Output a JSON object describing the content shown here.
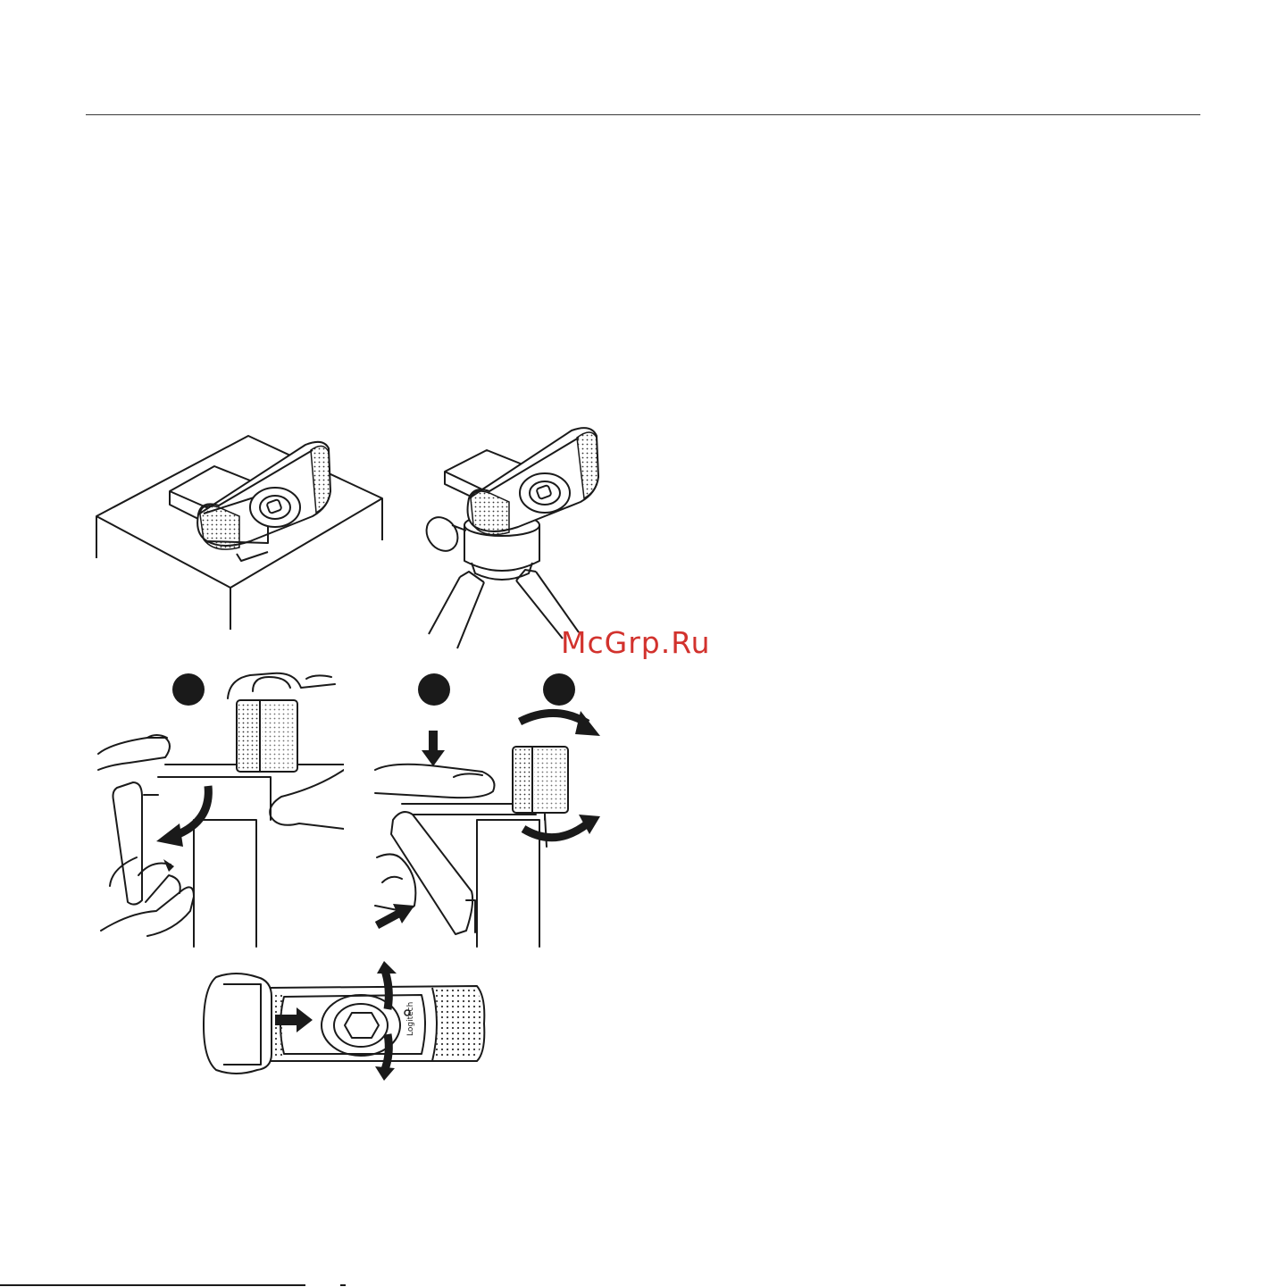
{
  "watermark": {
    "text": "McGrp.Ru",
    "color": "#d2322d"
  },
  "illustrations": [
    {
      "name": "webcam-on-desk"
    },
    {
      "name": "webcam-on-tripod"
    },
    {
      "name": "clip-mount-step-1"
    },
    {
      "name": "clip-mount-step-2-3"
    },
    {
      "name": "privacy-shutter"
    }
  ],
  "logo": {
    "text": "Logitech"
  },
  "colors": {
    "ink": "#1a1a1a",
    "mesh": "#333333"
  }
}
